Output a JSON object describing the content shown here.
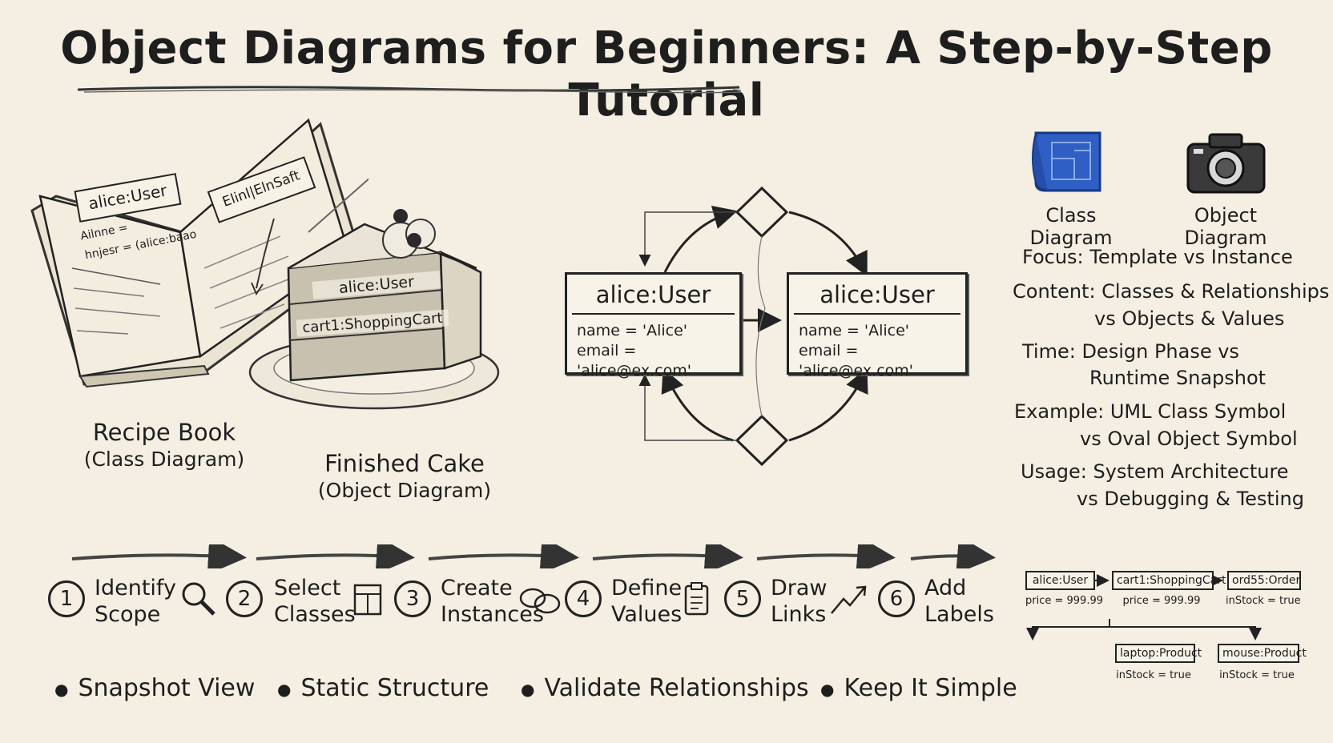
{
  "title": "Object Diagrams for Beginners: A Step-by-Step Tutorial",
  "analogy": {
    "book": {
      "caption": "Recipe Book",
      "sub": "(Class Diagram)",
      "left_box": "alice:User",
      "left_line1": "Ailnne =",
      "left_line2": "hnjesr = (alice:baao",
      "right_box": "Elinl|ElnSaft"
    },
    "cake": {
      "caption": "Finished Cake",
      "sub": "(Object Diagram)",
      "layer1": "alice:User",
      "layer2": "cart1:ShoppingCart"
    }
  },
  "center_diagram": {
    "left_object": {
      "name": "alice:User",
      "attr1": "name = 'Alice'",
      "attr2": "email = 'alice@ex.com'"
    },
    "right_object": {
      "name": "alice:User",
      "attr1": "name = 'Alice'",
      "attr2": "email = 'alice@ex.com'"
    }
  },
  "comparison": {
    "class_label": "Class Diagram",
    "object_label": "Object Diagram",
    "rows": [
      {
        "line1": "Focus: Template vs Instance",
        "line2": ""
      },
      {
        "line1": "Content: Classes & Relationships",
        "line2": "vs Objects & Values"
      },
      {
        "line1": "Time: Design Phase vs",
        "line2": "Runtime Snapshot"
      },
      {
        "line1": "Example: UML Class Symbol",
        "line2": "vs Oval Object Symbol"
      },
      {
        "line1": "Usage: System Architecture",
        "line2": "vs Debugging & Testing"
      }
    ]
  },
  "steps": [
    {
      "num": "1",
      "line1": "Identify",
      "line2": "Scope",
      "icon": "magnifier-icon"
    },
    {
      "num": "2",
      "line1": "Select",
      "line2": "Classes",
      "icon": "class-table-icon"
    },
    {
      "num": "3",
      "line1": "Create",
      "line2": "Instances",
      "icon": "linked-rings-icon"
    },
    {
      "num": "4",
      "line1": "Define",
      "line2": "Values",
      "icon": "clipboard-icon"
    },
    {
      "num": "5",
      "line1": "Draw",
      "line2": "Links",
      "icon": "trend-arrow-icon"
    },
    {
      "num": "6",
      "line1": "Add",
      "line2": "Labels",
      "icon": ""
    }
  ],
  "bullets": [
    "Snapshot View",
    "Static Structure",
    "Validate Relationships",
    "Keep It Simple"
  ],
  "mini_diagram": {
    "user": {
      "name": "alice:User",
      "value": "price = 999.99"
    },
    "cart": {
      "name": "cart1:ShoppingCart",
      "value": "price = 999.99"
    },
    "order": {
      "name": "ord55:Order",
      "value": "inStock = true"
    },
    "laptop": {
      "name": "laptop:Product",
      "value": "inStock = true"
    },
    "mouse": {
      "name": "mouse:Product",
      "value": "inStock = true"
    }
  },
  "colors": {
    "background": "#f4efe2",
    "ink": "#1e1e1e",
    "blueprint": "#2f5fc4"
  }
}
